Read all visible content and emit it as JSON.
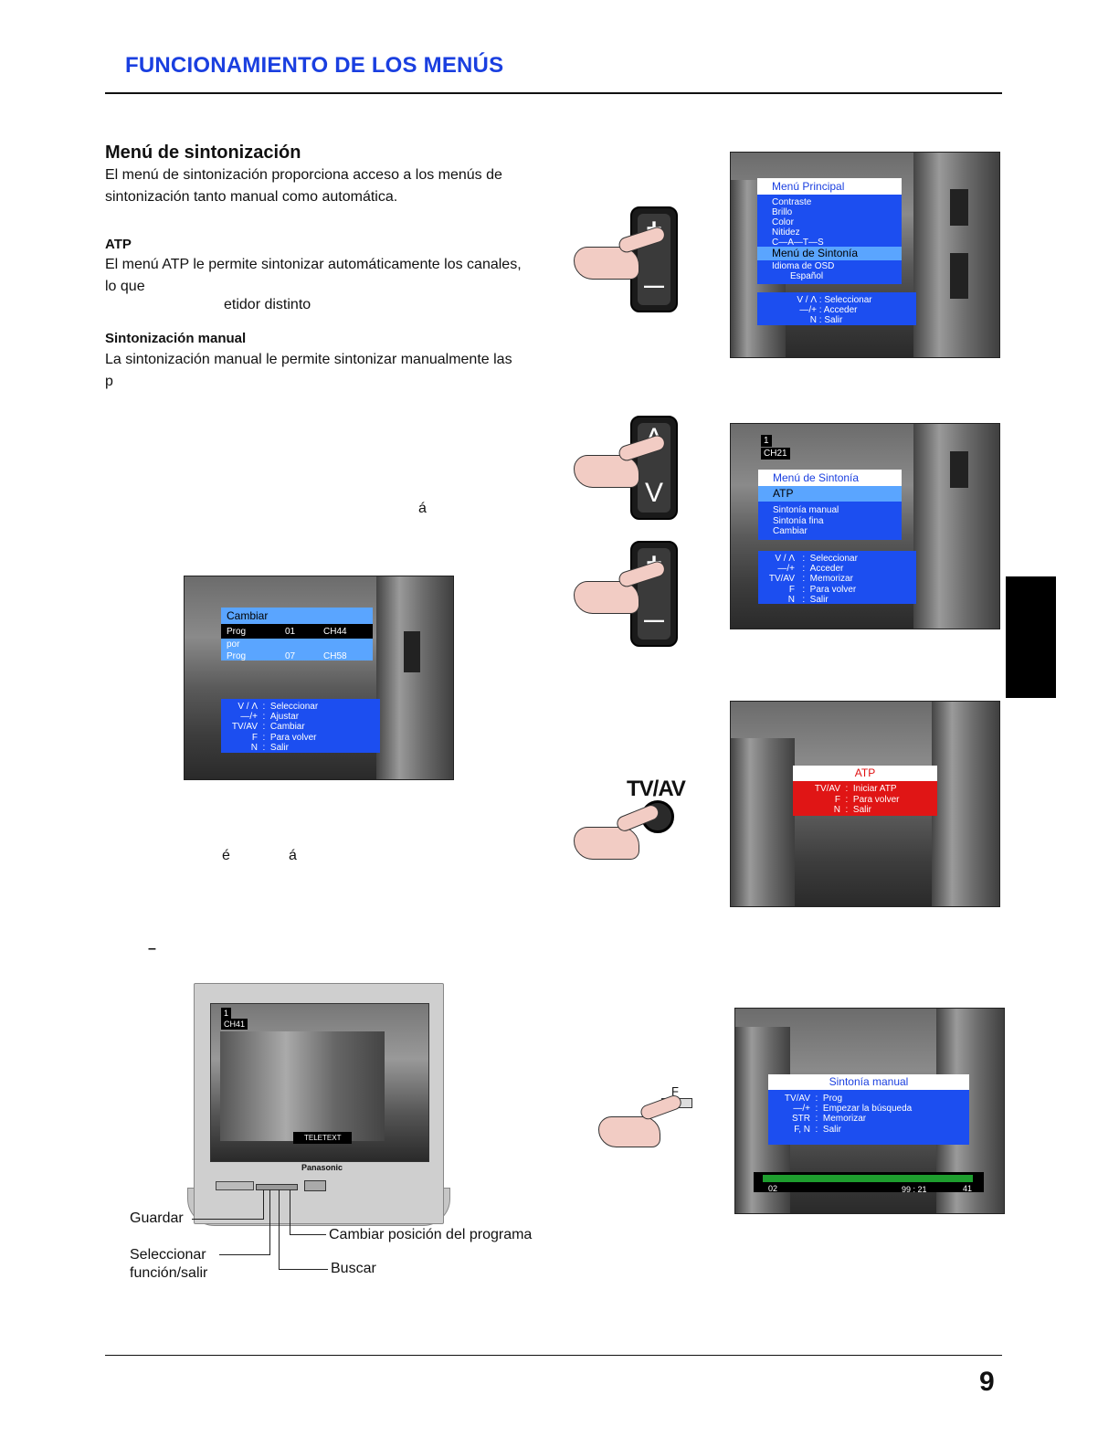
{
  "header": {
    "title": "FUNCIONAMIENTO DE LOS MENÚS"
  },
  "section": {
    "heading": "Menú de sintonización",
    "intro": [
      "El menú de sintonización proporciona acceso a los menús de",
      "sintonización tanto manual como automática."
    ],
    "atp_heading": "ATP",
    "atp_text": [
      "El menú ATP le permite sintonizar automáticamente los canales,",
      "lo que"
    ],
    "atp_frag": "etidor distinto",
    "manual_heading": "Sintonización manual",
    "manual_text": [
      "La sintonización manual le permite sintonizar manualmente las",
      "p"
    ],
    "frag_a1": "á",
    "frag_e": "é",
    "frag_a2": "á",
    "frag_dash": "–"
  },
  "screen_main_menu": {
    "title": "Menú Principal",
    "items": [
      "Contraste",
      "Brillo",
      "Color",
      "Nitidez",
      "C—A—T—S"
    ],
    "selected": "Menú de Sintonía",
    "items2": [
      "Idioma de OSD",
      "Español"
    ],
    "help": [
      {
        "key": "V / Λ",
        "action": "Seleccionar"
      },
      {
        "key": "—/+",
        "action": "Acceder"
      },
      {
        "key": "N",
        "action": "Salir"
      }
    ]
  },
  "screen_tuning_menu": {
    "prog": "1",
    "channel": "CH21",
    "title": "Menú de Sintonía",
    "selected": "ATP",
    "items": [
      "Sintonía manual",
      "Sintonía fina",
      "Cambiar"
    ],
    "help": [
      {
        "key": "V / Λ",
        "action": "Seleccionar"
      },
      {
        "key": "—/+",
        "action": "Acceder"
      },
      {
        "key": "TV/AV",
        "action": "Memorizar"
      },
      {
        "key": "F",
        "action": "Para volver"
      },
      {
        "key": "N",
        "action": "Salir"
      }
    ]
  },
  "screen_atp": {
    "title": "ATP",
    "help": [
      {
        "key": "TV/AV",
        "action": "Iniciar ATP"
      },
      {
        "key": "F",
        "action": "Para volver"
      },
      {
        "key": "N",
        "action": "Salir"
      }
    ]
  },
  "screen_swap": {
    "title": "Cambiar",
    "row1": {
      "label": "Prog",
      "num": "01",
      "ch": "CH44"
    },
    "por": "por",
    "row2": {
      "label": "Prog",
      "num": "07",
      "ch": "CH58"
    },
    "help": [
      {
        "key": "V / Λ",
        "action": "Seleccionar"
      },
      {
        "key": "—/+",
        "action": "Ajustar"
      },
      {
        "key": "TV/AV",
        "action": "Cambiar"
      },
      {
        "key": "F",
        "action": "Para volver"
      },
      {
        "key": "N",
        "action": "Salir"
      }
    ]
  },
  "screen_manual": {
    "title": "Sintonía manual",
    "help": [
      {
        "key": "TV/AV",
        "action": "Prog"
      },
      {
        "key": "—/+",
        "action": "Empezar la búsqueda"
      },
      {
        "key": "STR",
        "action": "Memorizar"
      },
      {
        "key": "F, N",
        "action": "Salir"
      }
    ],
    "bar_left": "02",
    "bar_mid": "99 : 21",
    "bar_right": "41"
  },
  "buttons": {
    "plus": "+",
    "minus": "—",
    "up": "Λ",
    "down": "V",
    "tvav": "TV/AV",
    "f": "F"
  },
  "tv": {
    "prog": "1",
    "channel": "CH41",
    "teletext": "TELETEXT",
    "brand": "Panasonic",
    "callouts": {
      "guardar": "Guardar",
      "seleccionar": [
        "Seleccionar",
        "función/salir"
      ],
      "cambiar": "Cambiar posición del programa",
      "buscar": "Buscar"
    }
  },
  "footer": {
    "page": "9"
  }
}
